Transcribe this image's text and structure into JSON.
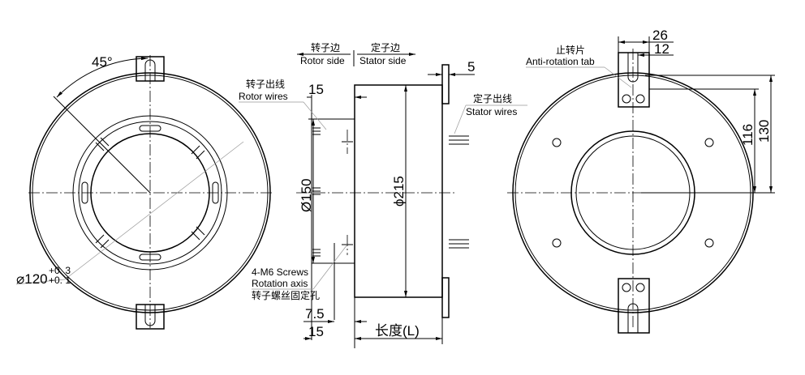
{
  "left_view": {
    "angle_label": "45°",
    "diameter_label": "⌀120",
    "tol_upper": "+0. 3",
    "tol_lower": "+0. 1"
  },
  "side_view": {
    "rotor_side_cn": "转子边",
    "stator_side_cn": "定子边",
    "rotor_side": "Rotor side",
    "stator_side": "Stator side",
    "rotor_wires_cn": "转子出线",
    "rotor_wires": "Rotor wires",
    "stator_wires_cn": "定子出线",
    "stator_wires": "Stator wires",
    "dim_15_top": "15",
    "dim_5": "5",
    "dim_150": "Ø150",
    "dim_215": "ϕ215",
    "screws": "4-M6 Screws",
    "rotation_axis": "Rotation axis",
    "screws_cn": "转子螺丝固定孔",
    "dim_7_5": "7.5",
    "dim_15_bottom": "15",
    "length": "长度(L)"
  },
  "right_view": {
    "tab_cn": "止转片",
    "tab": "Anti-rotation tab",
    "dim_26": "26",
    "dim_12": "12",
    "dim_116": "116",
    "dim_130": "130"
  }
}
